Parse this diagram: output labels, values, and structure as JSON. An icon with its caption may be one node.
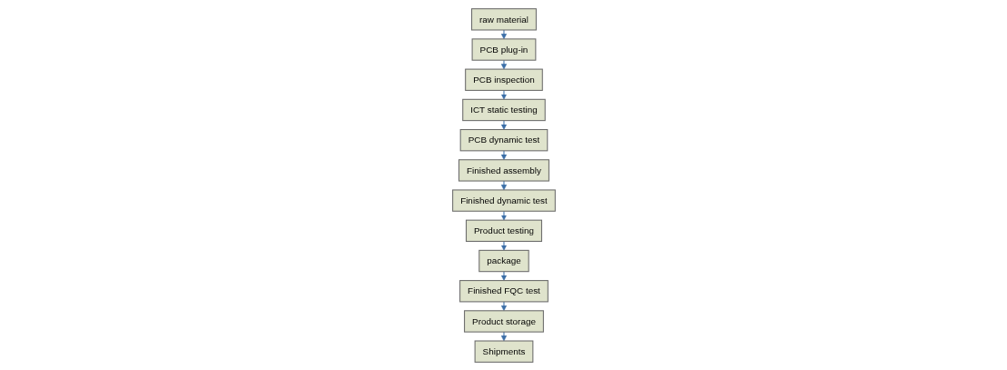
{
  "diagram": {
    "nodes": [
      {
        "text": [
          "raw material"
        ]
      },
      {
        "text": [
          "PCB plug-in"
        ]
      },
      {
        "text": [
          "PCB inspection"
        ]
      },
      {
        "text": [
          "Finished assembly"
        ]
      },
      {
        "text": [
          "PCB dynamic test"
        ]
      },
      {
        "text": [
          "ICT static testing"
        ]
      },
      {
        "text": [
          "Finished dynamic test"
        ]
      },
      {
        "text": [
          "Product testing"
        ]
      },
      {
        "text": [
          "package"
        ]
      },
      {
        "text": [
          "Shipments"
        ]
      },
      {
        "text": [
          "Product storage"
        ]
      },
      {
        "text": [
          "Finished FQC test"
        ]
      }
    ],
    "edges": [
      {
        "from": 0,
        "to": 1,
        "arrow": "to"
      },
      {
        "from": 1,
        "to": 2,
        "arrow": "to"
      },
      {
        "from": 2,
        "to": 5,
        "arrow": "to"
      },
      {
        "from": 5,
        "to": 4,
        "arrow": "to"
      },
      {
        "from": 4,
        "to": 3,
        "arrow": "to"
      },
      {
        "from": 3,
        "to": 6,
        "arrow": "to"
      },
      {
        "from": 6,
        "to": 7,
        "arrow": "to"
      },
      {
        "from": 7,
        "to": 8,
        "arrow": "to"
      },
      {
        "from": 8,
        "to": 11,
        "arrow": "to"
      },
      {
        "from": 11,
        "to": 10,
        "arrow": "to"
      },
      {
        "from": 10,
        "to": 9,
        "arrow": "to"
      }
    ]
  }
}
